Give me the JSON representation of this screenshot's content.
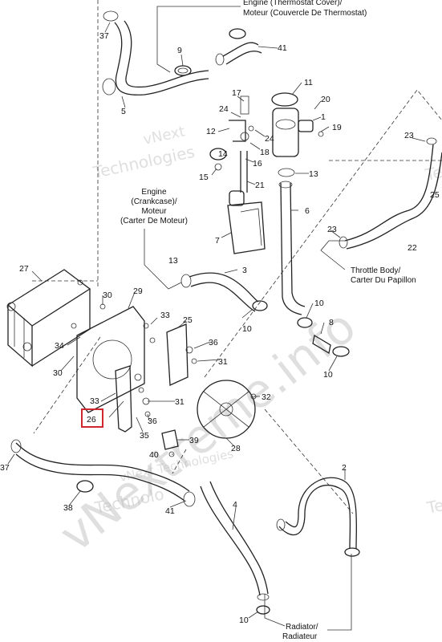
{
  "callouts": {
    "engine_thermostat": [
      "Engine (Thermostat Cover)/",
      "Moteur (Couvercle De Thermostat)"
    ],
    "engine_crankcase": [
      "Engine",
      "(Crankcase)/",
      "Moteur",
      "(Carter De Moteur)"
    ],
    "throttle_body": [
      "Throttle Body/",
      "Carter Du Papillon"
    ],
    "radiator": [
      "Radiator/",
      "Radiateur"
    ]
  },
  "watermarks": {
    "company_1": "vNext",
    "company_2": "Technologies",
    "company_3": "vNext Technologies",
    "site_1": "vNextTechnologies",
    "site_2": "vNextreme.info",
    "site_3": "Technolo",
    "site_4": "Te"
  },
  "highlight": {
    "part": "26",
    "color": "#d0262d"
  },
  "parts": {
    "p37a": "37",
    "p9": "9",
    "p41a": "41",
    "p5": "5",
    "p11": "11",
    "p17": "17",
    "p20": "20",
    "p24a": "24",
    "p1": "1",
    "p19": "19",
    "p12": "12",
    "p24b": "24",
    "p18": "18",
    "p16": "16",
    "p14": "14",
    "p15": "15",
    "p13a": "13",
    "p21": "21",
    "p23a": "23",
    "p25a": "25",
    "p6": "6",
    "p7": "7",
    "p23b": "23",
    "p22": "22",
    "p27": "27",
    "p13b": "13",
    "p3": "3",
    "p29": "29",
    "p30a": "30",
    "p10a": "10",
    "p33a": "33",
    "p25b": "25",
    "p10b": "10",
    "p8": "8",
    "p34": "34",
    "p36a": "36",
    "p31a": "31",
    "p30b": "30",
    "p10c": "10",
    "p32": "32",
    "p33b": "33",
    "p31b": "31",
    "p36b": "36",
    "p35": "35",
    "p39": "39",
    "p28": "28",
    "p37b": "37",
    "p40": "40",
    "p2": "2",
    "p38": "38",
    "p41b": "41",
    "p4": "4",
    "p10d": "10"
  }
}
